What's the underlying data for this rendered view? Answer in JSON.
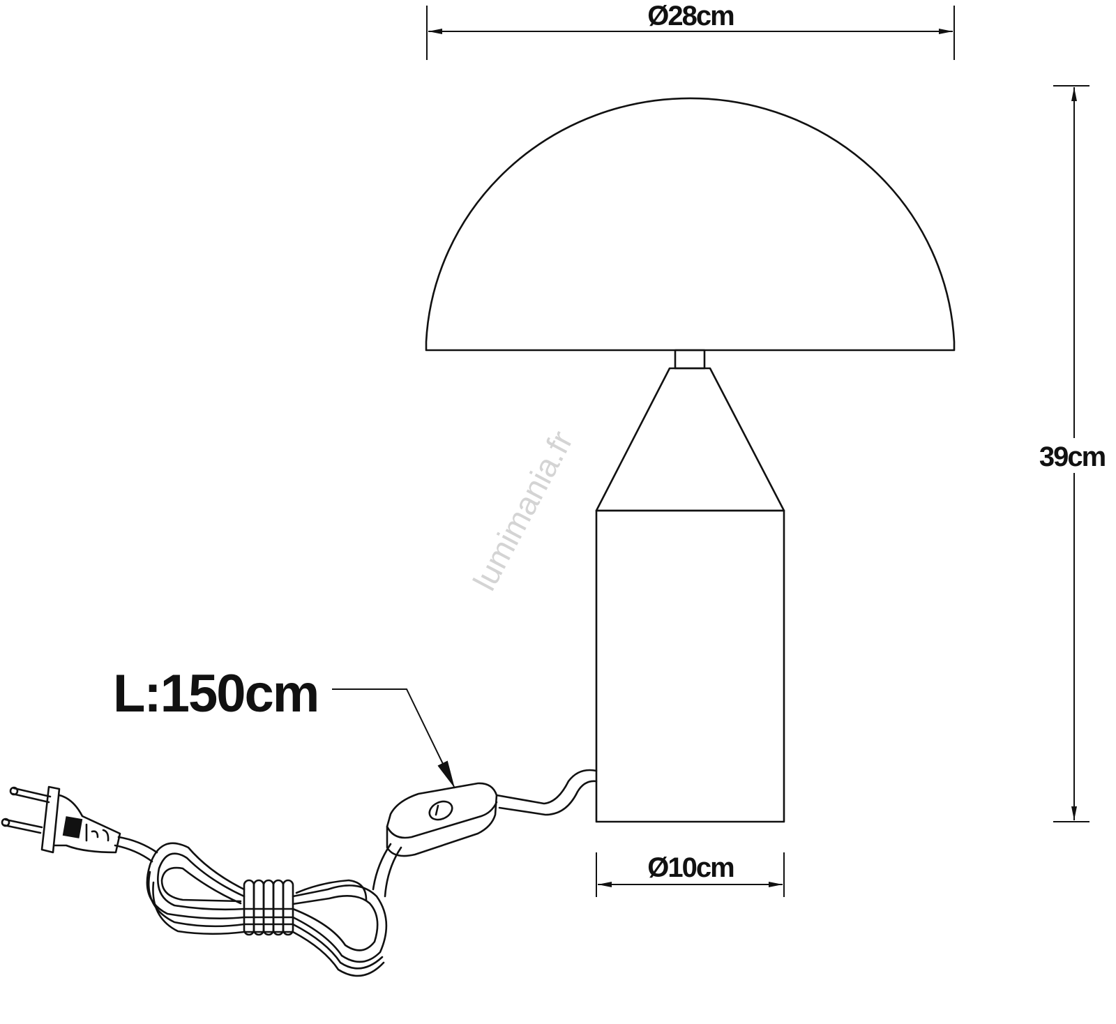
{
  "dimensions": {
    "shade_diameter": "Ø28cm",
    "height": "39cm",
    "base_diameter": "Ø10cm",
    "cable_length": "L:150cm"
  },
  "watermark": "lumimania.fr"
}
